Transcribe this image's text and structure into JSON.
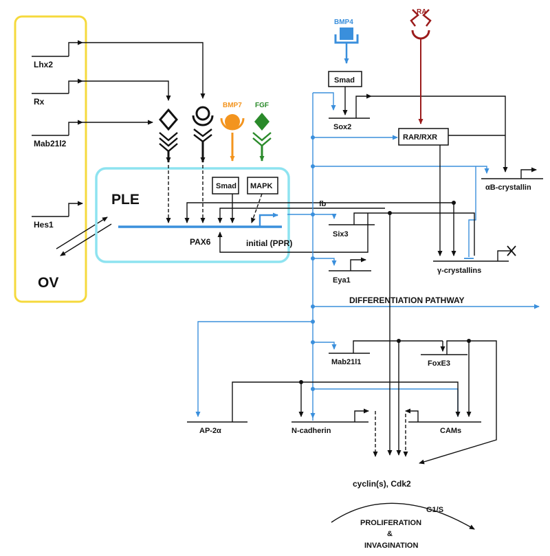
{
  "left_panel": {
    "genes": [
      "Lhx2",
      "Rx",
      "Mab21l2",
      "Hes1"
    ],
    "ov_label": "OV",
    "border_color": "#f5d93c"
  },
  "ple_box": {
    "title": "PLE",
    "pax6": "PAX6",
    "initial": "initial (PPR)",
    "smad": "Smad",
    "mapk": "MAPK",
    "border_color": "#8ee3f0"
  },
  "signals": {
    "bmp7": "BMP7",
    "fgf": "FGF",
    "bmp4": "BMP4",
    "ra": "RA",
    "bmp7_color": "#f3941e",
    "fgf_color": "#2a8a2a",
    "bmp4_color": "#3a8fdc",
    "ra_color": "#9b1b1b"
  },
  "right_genes": {
    "smad_box": "Smad",
    "sox2": "Sox2",
    "rar_rxr": "RAR/RXR",
    "ab_crystallin": "αB-crystallin",
    "fb": "fb",
    "six3": "Six3",
    "g_crystallins": "γ-crystallins",
    "eya1": "Eya1",
    "differentiation": "DIFFERENTIATION PATHWAY",
    "mab21l1": "Mab21l1",
    "foxe3": "FoxE3",
    "ap2a": "AP-2α",
    "ncadherin": "N-cadherin",
    "cams": "CAMs",
    "cyclin": "cyclin(s), Cdk2",
    "g1s": "G1/S",
    "proliferation": "PROLIFERATION",
    "amp": "&",
    "invagination": "INVAGINATION"
  },
  "line_colors": {
    "black": "#111111",
    "blue": "#3a8fdc"
  }
}
